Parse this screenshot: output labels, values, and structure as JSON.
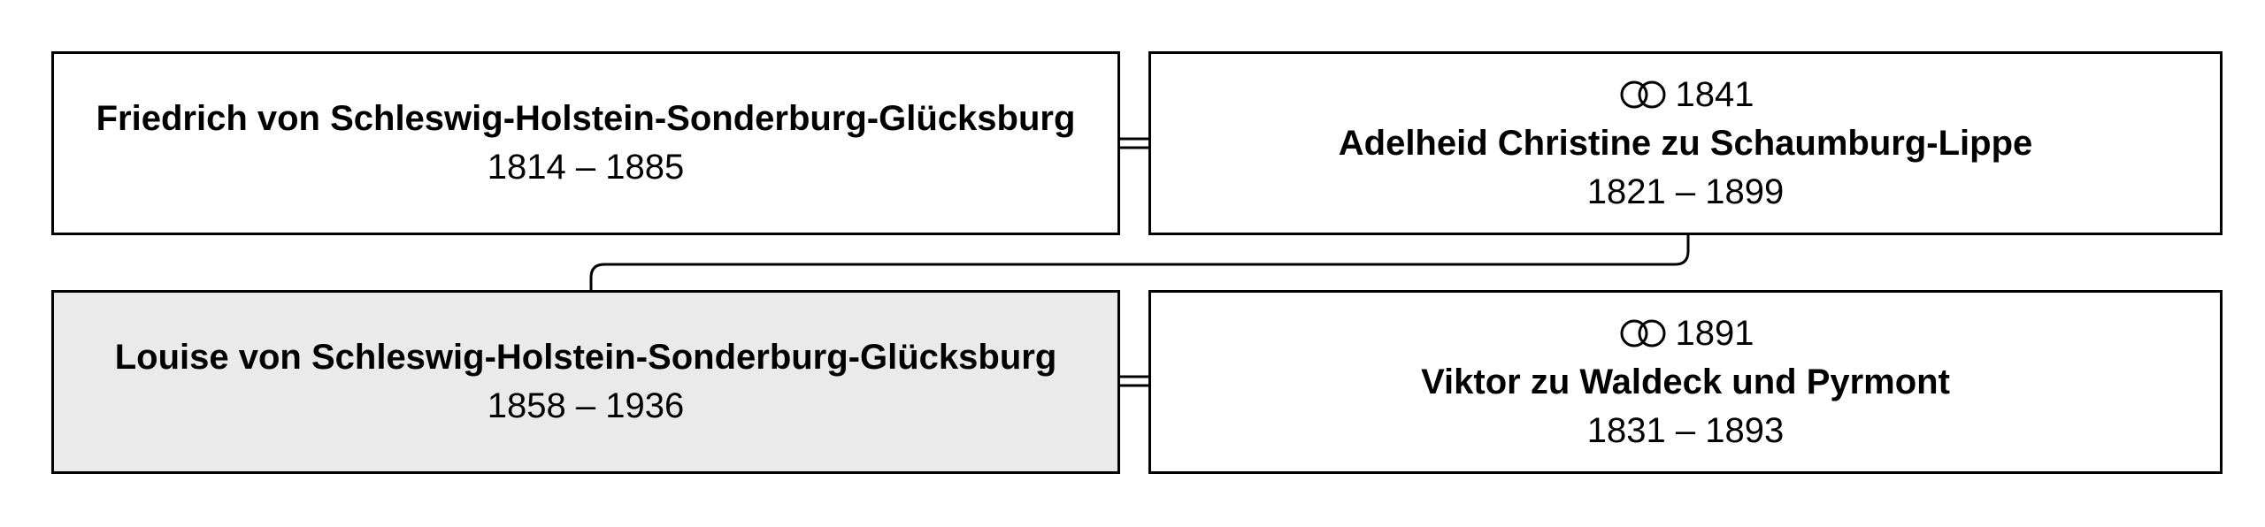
{
  "colors": {
    "border": "#000000",
    "highlight_background": "#eaeaea",
    "background": "#ffffff"
  },
  "parents": {
    "father": {
      "name": "Friedrich von Schleswig-Holstein-Sonderburg-Glücksburg",
      "dates": "1814 – 1885"
    },
    "mother": {
      "marriage_year": "1841",
      "marriage_icon": "wedding-rings-icon",
      "name": "Adelheid Christine zu Schaumburg-Lippe",
      "dates": "1821 – 1899"
    }
  },
  "child_couple": {
    "child": {
      "name": "Louise von Schleswig-Holstein-Sonderburg-Glücksburg",
      "dates": "1858 – 1936",
      "highlighted": true
    },
    "spouse": {
      "marriage_year": "1891",
      "marriage_icon": "wedding-rings-icon",
      "name": "Viktor zu Waldeck und Pyrmont",
      "dates": "1831 – 1893"
    }
  }
}
